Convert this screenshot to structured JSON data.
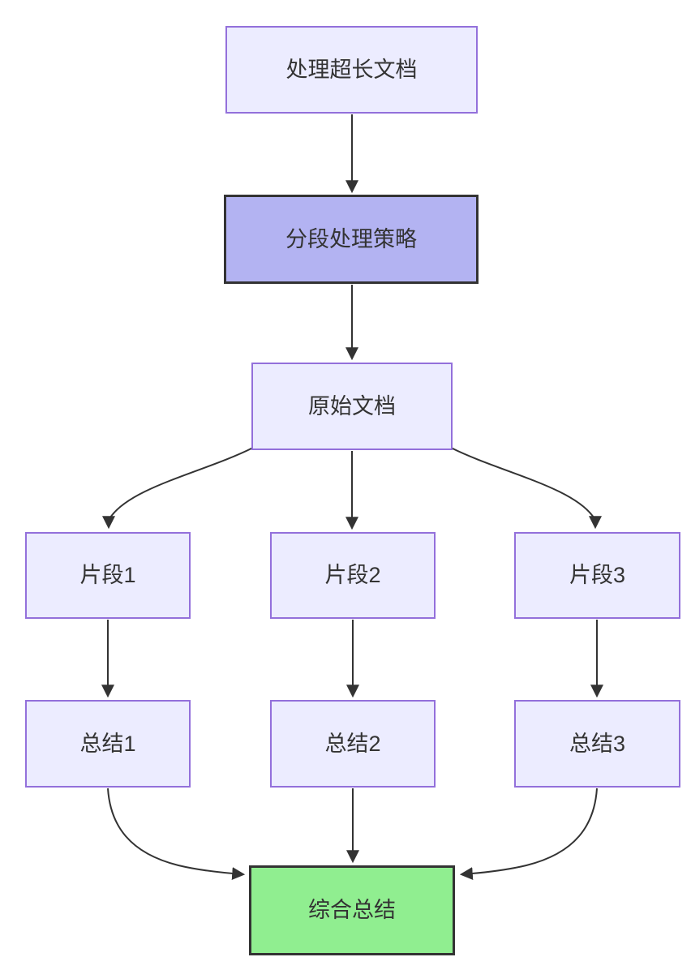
{
  "diagram": {
    "type": "flowchart-top-down",
    "nodes": {
      "task": {
        "label": "处理超长文档"
      },
      "strategy": {
        "label": "分段处理策略"
      },
      "doc": {
        "label": "原始文档"
      },
      "frag1": {
        "label": "片段1"
      },
      "frag2": {
        "label": "片段2"
      },
      "frag3": {
        "label": "片段3"
      },
      "sum1": {
        "label": "总结1"
      },
      "sum2": {
        "label": "总结2"
      },
      "sum3": {
        "label": "总结3"
      },
      "final": {
        "label": "综合总结"
      }
    },
    "edges": [
      {
        "from": "task",
        "to": "strategy"
      },
      {
        "from": "strategy",
        "to": "doc"
      },
      {
        "from": "doc",
        "to": "frag1"
      },
      {
        "from": "doc",
        "to": "frag2"
      },
      {
        "from": "doc",
        "to": "frag3"
      },
      {
        "from": "frag1",
        "to": "sum1"
      },
      {
        "from": "frag2",
        "to": "sum2"
      },
      {
        "from": "frag3",
        "to": "sum3"
      },
      {
        "from": "sum1",
        "to": "final"
      },
      {
        "from": "sum2",
        "to": "final"
      },
      {
        "from": "sum3",
        "to": "final"
      }
    ],
    "colors": {
      "node_fill": "#ECECFF",
      "node_border": "#9370DB",
      "strategy_fill": "#B3B3F2",
      "final_fill": "#90EE90",
      "emphasis_border": "#333333",
      "edge": "#333333",
      "text": "#333333"
    }
  }
}
